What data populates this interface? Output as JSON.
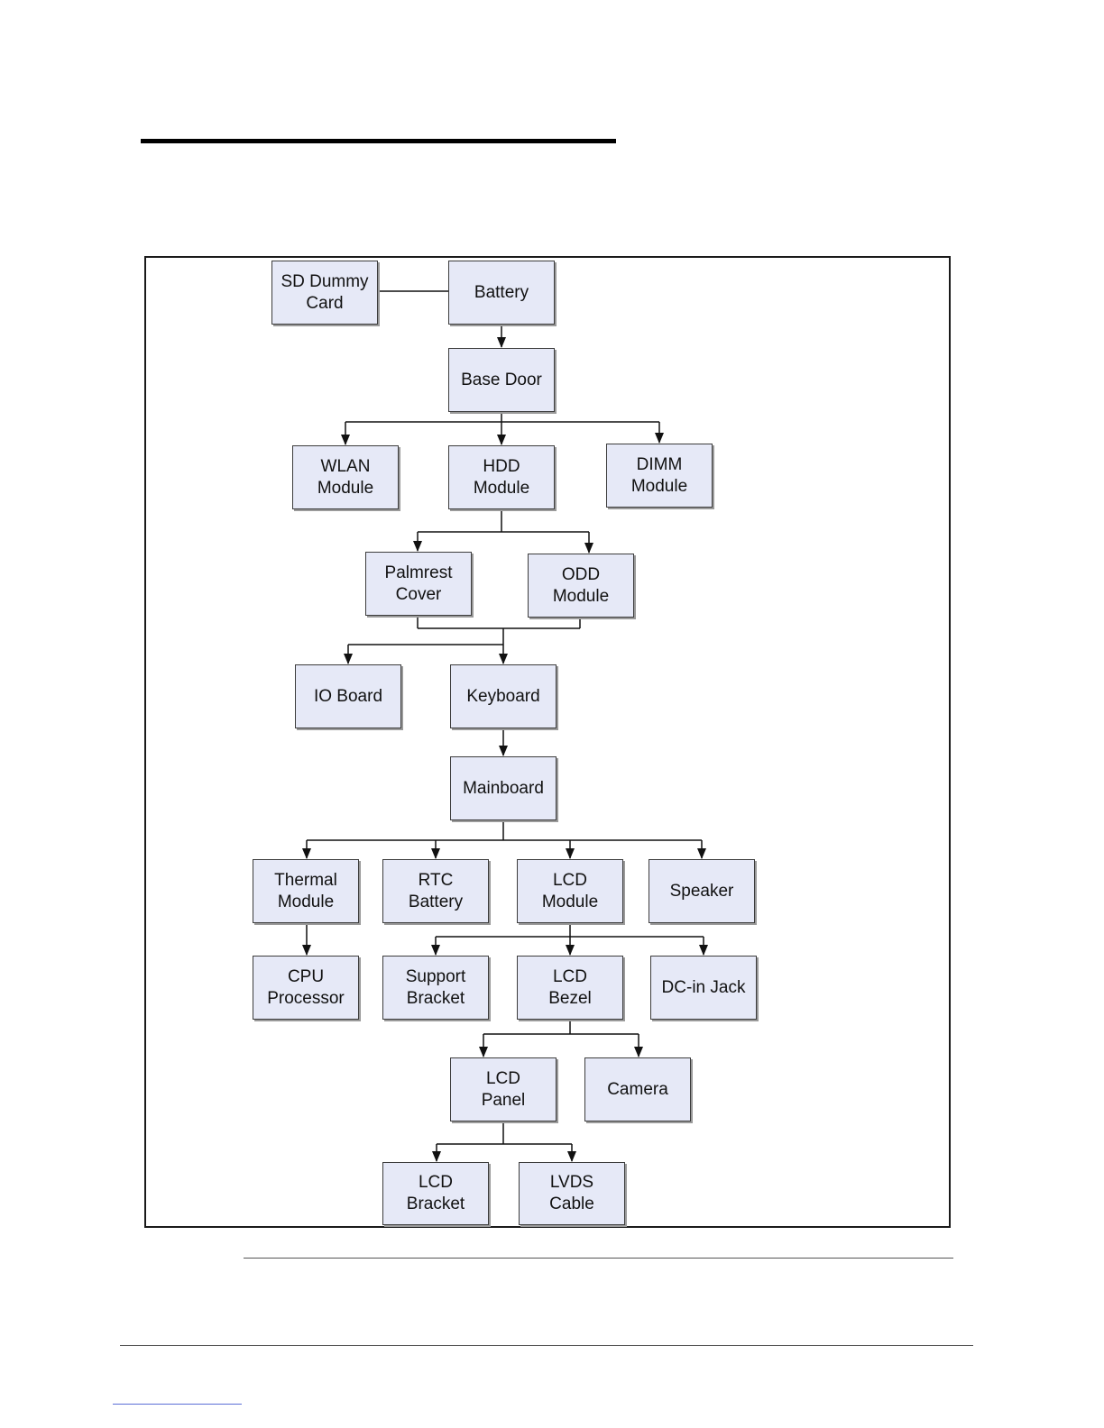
{
  "nodes": {
    "sd_dummy_card": "SD Dummy\nCard",
    "battery": "Battery",
    "base_door": "Base Door",
    "wlan_module": "WLAN\nModule",
    "hdd_module": "HDD\nModule",
    "dimm_module": "DIMM\nModule",
    "palmrest_cover": "Palmrest\nCover",
    "odd_module": "ODD\nModule",
    "io_board": "IO Board",
    "keyboard": "Keyboard",
    "mainboard": "Mainboard",
    "thermal_module": "Thermal\nModule",
    "rtc_battery": "RTC\nBattery",
    "lcd_module": "LCD\nModule",
    "speaker": "Speaker",
    "cpu_processor": "CPU\nProcessor",
    "support_bracket": "Support\nBracket",
    "lcd_bezel": "LCD\nBezel",
    "dc_in_jack": "DC-in Jack",
    "lcd_panel": "LCD\nPanel",
    "camera": "Camera",
    "lcd_bracket": "LCD\nBracket",
    "lvds_cable": "LVDS\nCable"
  },
  "edges": [
    [
      "sd_dummy_card",
      "battery",
      "line"
    ],
    [
      "battery",
      "base_door",
      "arrow"
    ],
    [
      "base_door",
      "wlan_module",
      "arrow"
    ],
    [
      "base_door",
      "hdd_module",
      "arrow"
    ],
    [
      "base_door",
      "dimm_module",
      "arrow"
    ],
    [
      "hdd_module",
      "palmrest_cover",
      "arrow"
    ],
    [
      "hdd_module",
      "odd_module",
      "arrow"
    ],
    [
      "palmrest_cover",
      "io_board",
      "arrow"
    ],
    [
      "odd_module",
      "io_board",
      "arrow"
    ],
    [
      "palmrest_cover",
      "keyboard",
      "arrow"
    ],
    [
      "odd_module",
      "keyboard",
      "arrow"
    ],
    [
      "keyboard",
      "mainboard",
      "arrow"
    ],
    [
      "mainboard",
      "thermal_module",
      "arrow"
    ],
    [
      "mainboard",
      "rtc_battery",
      "arrow"
    ],
    [
      "mainboard",
      "lcd_module",
      "arrow"
    ],
    [
      "mainboard",
      "speaker",
      "arrow"
    ],
    [
      "thermal_module",
      "cpu_processor",
      "arrow"
    ],
    [
      "lcd_module",
      "support_bracket",
      "arrow"
    ],
    [
      "lcd_module",
      "lcd_bezel",
      "arrow"
    ],
    [
      "lcd_module",
      "dc_in_jack",
      "arrow"
    ],
    [
      "lcd_bezel",
      "lcd_panel",
      "arrow"
    ],
    [
      "lcd_bezel",
      "camera",
      "arrow"
    ],
    [
      "lcd_panel",
      "lcd_bracket",
      "arrow"
    ],
    [
      "lcd_panel",
      "lvds_cable",
      "arrow"
    ]
  ]
}
